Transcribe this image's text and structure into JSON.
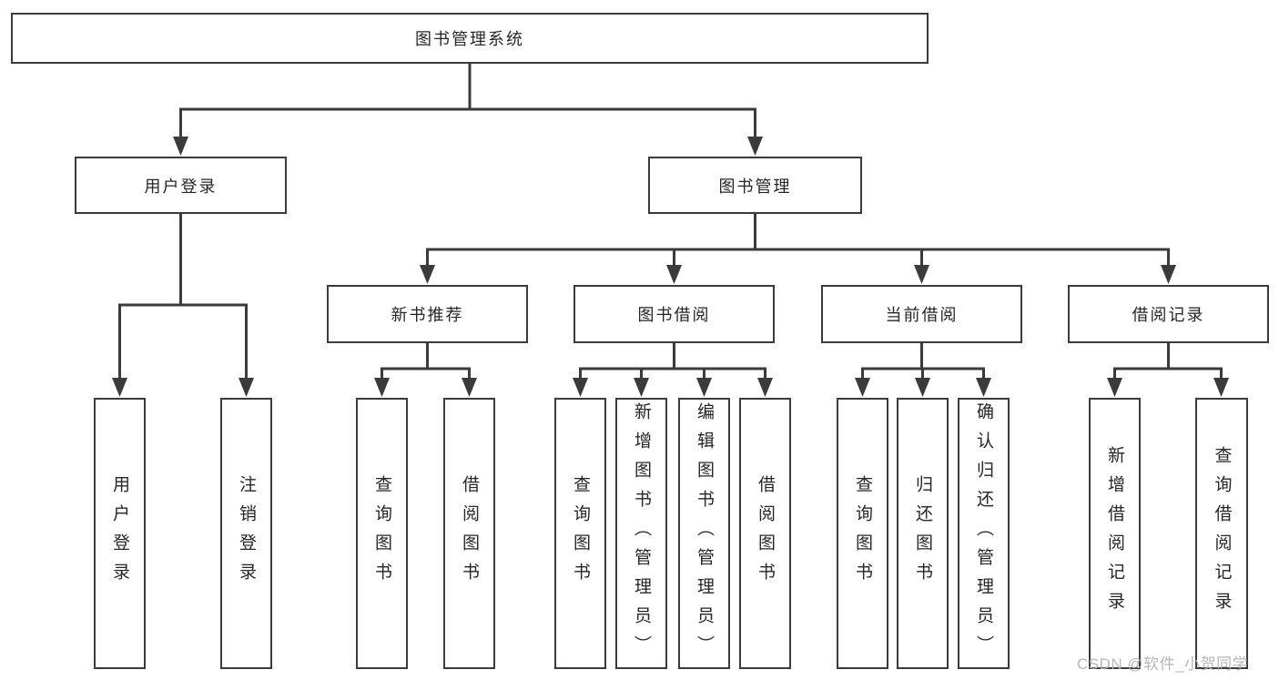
{
  "colors": {
    "background": "#ffffff",
    "line": "#3b3b3b",
    "box_border": "#3b3b3b",
    "box_fill": "#ffffff",
    "text": "#262626",
    "watermark": "#b0b0b0"
  },
  "watermark": {
    "text": "CSDN @软件_小贺同学"
  },
  "nodes": {
    "root": {
      "label": "图书管理系统"
    },
    "userLogin": {
      "label": "用户登录"
    },
    "bookMgmt": {
      "label": "图书管理"
    },
    "newBookRec": {
      "label": "新书推荐"
    },
    "bookBorrow": {
      "label": "图书借阅"
    },
    "currentBorrow": {
      "label": "当前借阅"
    },
    "borrowRecords": {
      "label": "借阅记录"
    },
    "leafUserLogin": {
      "label": "用户登录"
    },
    "leafLogout": {
      "label": "注销登录"
    },
    "leafQueryBookRec": {
      "label": "查询图书"
    },
    "leafBorrowBookRec": {
      "label": "借阅图书"
    },
    "leafQueryBookBorrow": {
      "label": "查询图书"
    },
    "leafAddBookAdmin": {
      "label": "新增图书（管理员）"
    },
    "leafEditBookAdmin": {
      "label": "编辑图书（管理员）"
    },
    "leafBorrowBookBorrow": {
      "label": "借阅图书"
    },
    "leafQueryBookCurrent": {
      "label": "查询图书"
    },
    "leafReturnBook": {
      "label": "归还图书"
    },
    "leafConfirmReturnAdmin": {
      "label": "确认归还（管理员）"
    },
    "leafAddBorrowRecord": {
      "label": "新增借阅记录"
    },
    "leafQueryBorrowRecord": {
      "label": "查询借阅记录"
    }
  },
  "hierarchy": {
    "root": [
      "userLogin",
      "bookMgmt"
    ],
    "userLogin": [
      "leafUserLogin",
      "leafLogout"
    ],
    "bookMgmt": [
      "newBookRec",
      "bookBorrow",
      "currentBorrow",
      "borrowRecords"
    ],
    "newBookRec": [
      "leafQueryBookRec",
      "leafBorrowBookRec"
    ],
    "bookBorrow": [
      "leafQueryBookBorrow",
      "leafAddBookAdmin",
      "leafEditBookAdmin",
      "leafBorrowBookBorrow"
    ],
    "currentBorrow": [
      "leafQueryBookCurrent",
      "leafReturnBook",
      "leafConfirmReturnAdmin"
    ],
    "borrowRecords": [
      "leafAddBorrowRecord",
      "leafQueryBorrowRecord"
    ]
  }
}
